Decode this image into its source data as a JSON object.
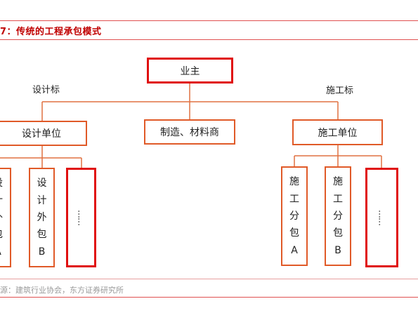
{
  "title": "7：传统的工程承包模式",
  "source": "源：建筑行业协会，东方证券研究所",
  "colors": {
    "accent": "#c00000",
    "box_orange": "#e05a28",
    "box_red": "#e01010",
    "connector": "#e07040"
  },
  "diagram": {
    "owner": "业主",
    "left_branch_label": "设计标",
    "right_branch_label": "施工标",
    "design_unit": "设计单位",
    "supplier": "制造、材料商",
    "construction_unit": "施工单位",
    "design_sub_partial": [
      "设",
      "计",
      "外",
      "包",
      "A"
    ],
    "design_sub_b": [
      "设",
      "计",
      "外",
      "包",
      "B"
    ],
    "construction_sub_a": [
      "施",
      "工",
      "分",
      "包",
      "A"
    ],
    "construction_sub_b": [
      "施",
      "工",
      "分",
      "包",
      "B"
    ],
    "ellipsis": "……"
  }
}
